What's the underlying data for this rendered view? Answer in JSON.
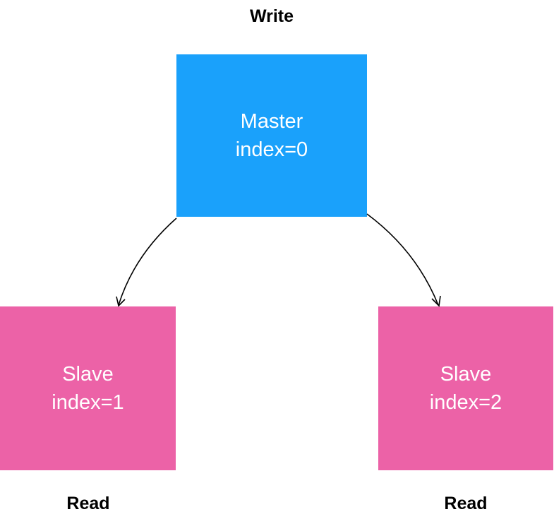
{
  "top_label": "Write",
  "master": {
    "title": "Master",
    "index": "index=0",
    "color": "#1aa1fb"
  },
  "slaves": [
    {
      "title": "Slave",
      "index": "index=1",
      "bottom_label": "Read",
      "color": "#ec62a7"
    },
    {
      "title": "Slave",
      "index": "index=2",
      "bottom_label": "Read",
      "color": "#ec62a7"
    }
  ],
  "edges": [
    {
      "from": "Master",
      "to": "Slave index=1"
    },
    {
      "from": "Master",
      "to": "Slave index=2"
    }
  ]
}
